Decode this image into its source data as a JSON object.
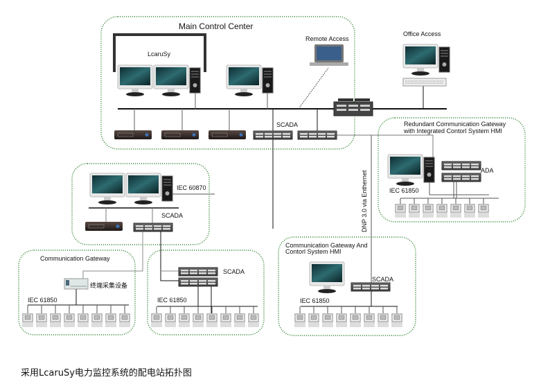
{
  "title": "Main Control Center",
  "groups": {
    "main": "Main Control Center",
    "redundant": "Redundant Communication Gateway",
    "redundant_line2": "with Integrated Contorl System HMI",
    "comm_gateway": "Communication Gateway",
    "comm_hmi": "Communication Gateway And",
    "comm_hmi_line2": "Contorl System HMI"
  },
  "labels": {
    "lcarusy": "LcaruSy",
    "remote_access": "Remote Access",
    "office_access": "Office Access",
    "scada": "SCADA",
    "scada_partial": "ADA",
    "iec60870": "IEC 60870",
    "iec61850": "IEC 61850",
    "dnp": "DNP 3.0 via Enthernet",
    "terminal_device": "终端采集设备"
  },
  "caption": "采用LcaruSy电力监控系统的配电站拓扑图",
  "colors": {
    "group_border": "#3a8a3a",
    "line": "#111111",
    "gray_line": "#888888",
    "monitor_screen": "#1f5a5e"
  }
}
